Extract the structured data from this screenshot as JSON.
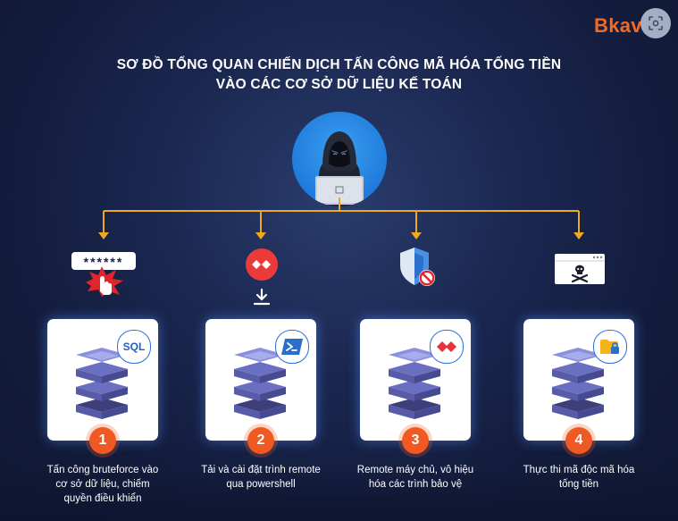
{
  "brand": {
    "logo_text": "Bkav",
    "accent": "#f26b21"
  },
  "title": {
    "line1": "SƠ ĐỒ TỔNG QUAN CHIẾN DỊCH TẤN CÔNG MÃ HÓA TỐNG TIỀN",
    "line2": "VÀO CÁC CƠ SỞ DỮ LIỆU KẾ TOÁN"
  },
  "connector_color": "#f0a81e",
  "card_glow": "#5a96ff",
  "step_color": "#f05a22",
  "password_mask": "******",
  "steps": [
    {
      "number": "1",
      "badge": "SQL",
      "icon": "password-bruteforce-icon",
      "caption": [
        "Tấn công bruteforce vào",
        "cơ sở dữ liệu, chiếm",
        "quyền điều khiển"
      ]
    },
    {
      "number": "2",
      "badge": "powershell-icon",
      "icon": "anydesk-download-icon",
      "caption": [
        "Tải và cài đặt trình remote",
        "qua powershell"
      ]
    },
    {
      "number": "3",
      "badge": "anydesk-icon",
      "icon": "shield-disabled-icon",
      "caption": [
        "Remote máy chủ, vô hiệu",
        "hóa các trình bảo vệ"
      ]
    },
    {
      "number": "4",
      "badge": "encrypted-folder-icon",
      "icon": "malware-window-icon",
      "caption": [
        "Thực thi mã độc mã hóa",
        "tống tiền"
      ]
    }
  ]
}
